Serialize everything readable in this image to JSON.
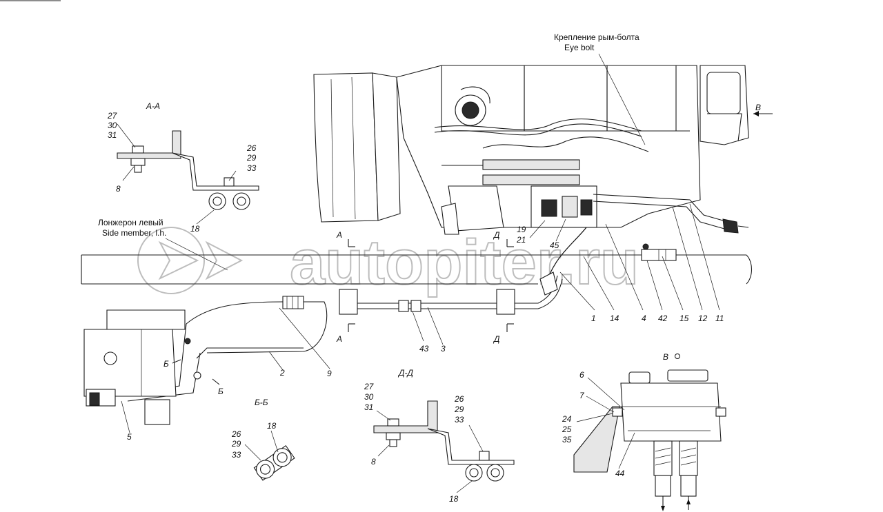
{
  "header_annotation": {
    "ru": "Крепление рым-болта",
    "en": "Eye bolt"
  },
  "side_member": {
    "ru": "Лонжерон левый",
    "en": "Side member, l.h."
  },
  "watermark": "autopiter.ru",
  "sections": {
    "aa": {
      "title": "А-А",
      "callouts": [
        "27",
        "30",
        "31",
        "8",
        "26",
        "29",
        "33",
        "18"
      ]
    },
    "bb": {
      "title": "Б-Б",
      "callouts": [
        "26",
        "29",
        "33",
        "18"
      ]
    },
    "dd": {
      "title": "Д-Д",
      "callouts": [
        "27",
        "30",
        "31",
        "8",
        "26",
        "29",
        "33",
        "18"
      ]
    },
    "v": {
      "title": "В",
      "callouts": [
        "6",
        "7",
        "24",
        "25",
        "35",
        "44"
      ]
    }
  },
  "section_marks": {
    "a": "А",
    "d": "Д",
    "b": "Б",
    "v": "В"
  },
  "main_callouts": [
    "1",
    "14",
    "4",
    "42",
    "15",
    "12",
    "11",
    "43",
    "3",
    "9",
    "2",
    "5",
    "19",
    "21",
    "45"
  ]
}
